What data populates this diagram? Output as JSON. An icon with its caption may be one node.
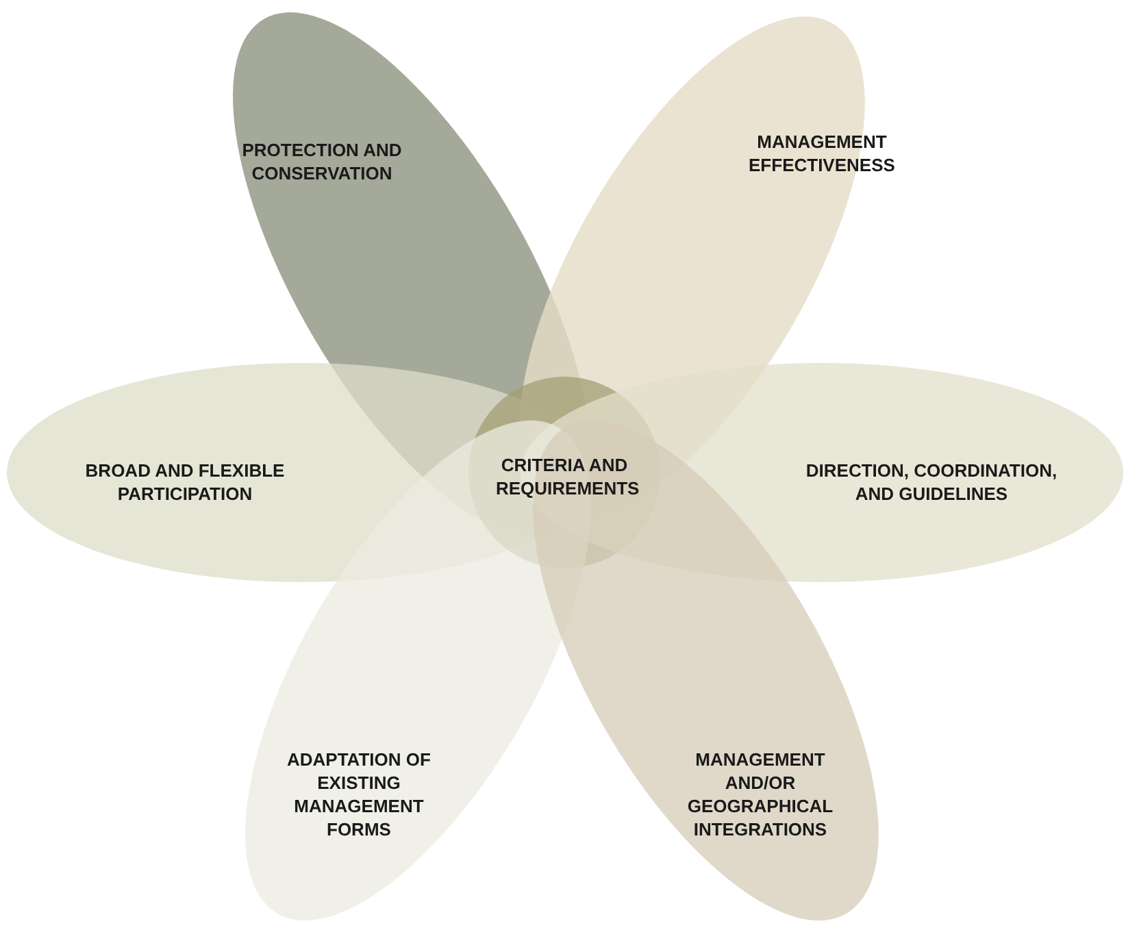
{
  "diagram": {
    "nodes": [
      {
        "text": [
          "PROTECTION AND CONSERVATION"
        ]
      },
      {
        "text": [
          "MANAGEMENT EFFECTIVENESS"
        ]
      },
      {
        "text": [
          "BROAD AND FLEXIBLE PARTICIPATION"
        ]
      },
      {
        "text": [
          "CRITERIA AND REQUIREMENTS"
        ]
      },
      {
        "text": [
          "DIRECTION, COORDINATION, AND GUIDELINES"
        ]
      },
      {
        "text": [
          "ADAPTATION OF EXISTING MANAGEMENT FORMS"
        ]
      },
      {
        "text": [
          "MANAGEMENT AND/OR GEOGRAPHICAL INTEGRATIONS"
        ]
      }
    ],
    "edges": []
  }
}
